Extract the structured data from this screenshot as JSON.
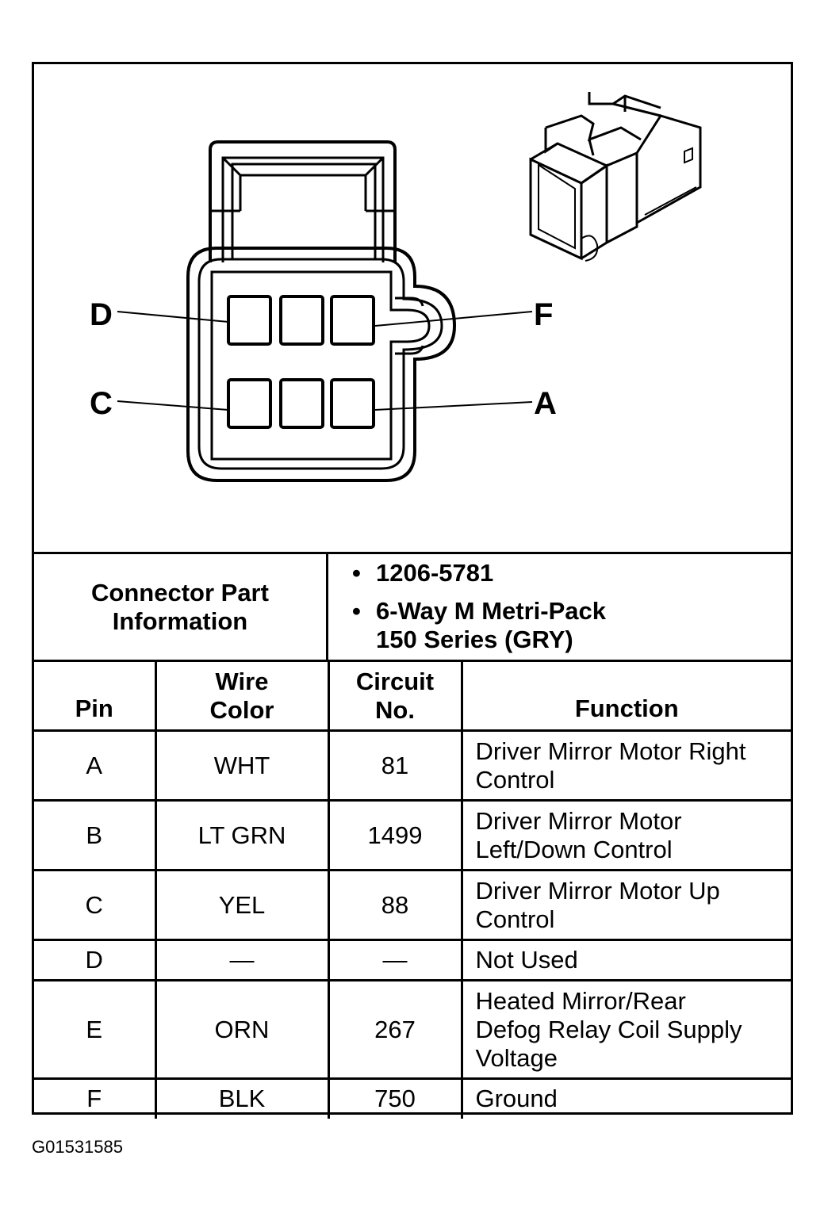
{
  "diagram": {
    "pin_labels": {
      "D": "D",
      "F": "F",
      "C": "C",
      "A": "A"
    }
  },
  "part_info": {
    "label_line1": "Connector Part",
    "label_line2": "Information",
    "items": [
      {
        "bullet": "•",
        "text": "1206-5781"
      },
      {
        "bullet": "•",
        "text_line1": "6-Way M Metri-Pack",
        "text_line2": "150 Series (GRY)"
      }
    ]
  },
  "table": {
    "headers": {
      "pin": "Pin",
      "wire_line1": "Wire",
      "wire_line2": "Color",
      "circuit_line1": "Circuit",
      "circuit_line2": "No.",
      "function": "Function"
    },
    "rows": [
      {
        "pin": "A",
        "wire": "WHT",
        "circuit": "81",
        "function": [
          "Driver Mirror Motor Right",
          "Control"
        ]
      },
      {
        "pin": "B",
        "wire": "LT GRN",
        "circuit": "1499",
        "function": [
          "Driver Mirror Motor",
          "Left/Down Control"
        ]
      },
      {
        "pin": "C",
        "wire": "YEL",
        "circuit": "88",
        "function": [
          "Driver Mirror Motor Up",
          "Control"
        ]
      },
      {
        "pin": "D",
        "wire": "—",
        "circuit": "—",
        "function": [
          "Not Used"
        ]
      },
      {
        "pin": "E",
        "wire": "ORN",
        "circuit": "267",
        "function": [
          "Heated Mirror/Rear",
          "Defog Relay Coil Supply",
          "Voltage"
        ]
      },
      {
        "pin": "F",
        "wire": "BLK",
        "circuit": "750",
        "function": [
          "Ground"
        ]
      }
    ]
  },
  "figure_id": "G01531585"
}
